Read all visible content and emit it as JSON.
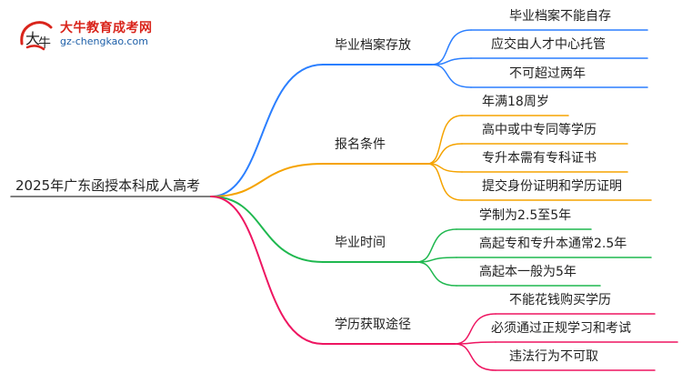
{
  "logo": {
    "title": "大牛教育成考网",
    "url": "gz-chengkao.com"
  },
  "root": "2025年广东函授本科成人高考",
  "branches": [
    {
      "label": "毕业档案存放",
      "color": "#2b7fff",
      "items": [
        "毕业档案不能自存",
        "应交由人才中心托管",
        "不可超过两年"
      ]
    },
    {
      "label": "报名条件",
      "color": "#f5a300",
      "items": [
        "年满18周岁",
        "高中或中专同等学历",
        "专升本需有专科证书",
        "提交身份证明和学历证明"
      ]
    },
    {
      "label": "毕业时间",
      "color": "#1fb84f",
      "items": [
        "学制为2.5至5年",
        "高起专和专升本通常2.5年",
        "高起本一般为5年"
      ]
    },
    {
      "label": "学历获取途径",
      "color": "#ee1561",
      "items": [
        "不能花钱购买学历",
        "必须通过正规学习和考试",
        "违法行为不可取"
      ]
    }
  ]
}
